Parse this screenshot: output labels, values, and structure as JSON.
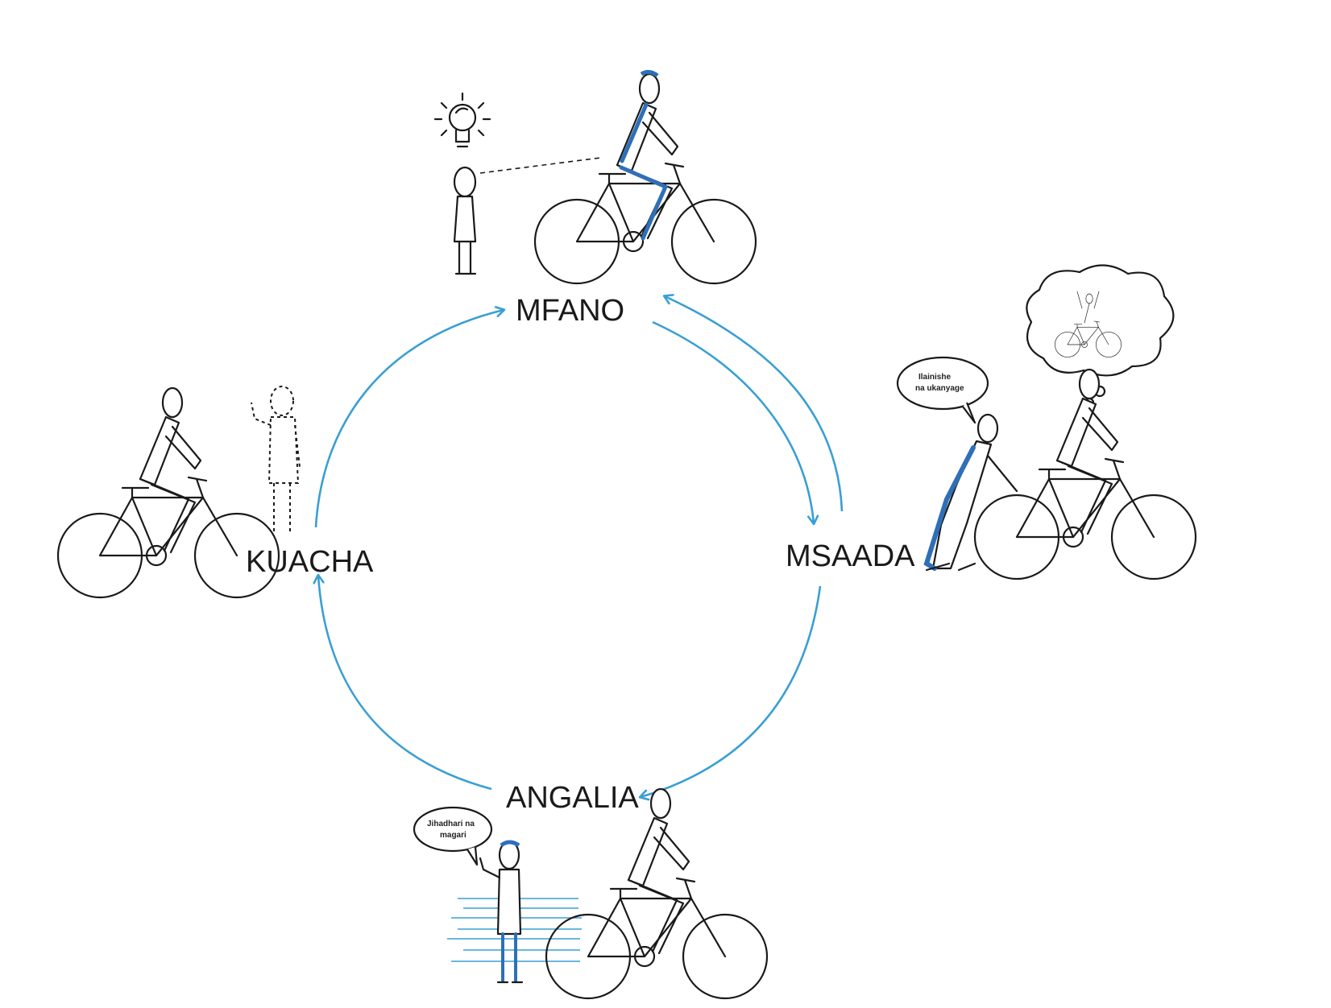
{
  "diagram": {
    "stages": {
      "mfano": "MFANO",
      "msaada": "MSAADA",
      "angalia": "ANGALIA",
      "kuacha": "KUACHA"
    },
    "bubbles": {
      "msaada_line1": "Ilainishe",
      "msaada_line2": "na ukanyage",
      "angalia_line1": "Jihadhari na",
      "angalia_line2": "magari"
    },
    "colors": {
      "arrow": "#3a9fd3",
      "highlight": "#2f6fb8",
      "ink": "#1a1a1a"
    },
    "icons": [
      "light-bulb-icon",
      "bicycle-icon",
      "thought-bubble-icon",
      "speech-bubble-icon"
    ]
  }
}
